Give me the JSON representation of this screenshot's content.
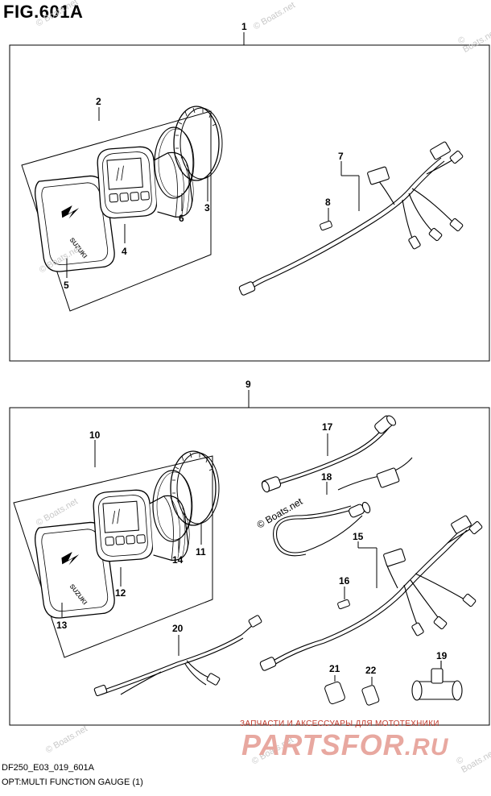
{
  "figure_title": "FIG.601A",
  "footer": {
    "code": "DF250_E03_019_601A",
    "description": "OPT:MULTI FUNCTION GAUGE (1)"
  },
  "watermarks": {
    "boats_net": "© Boats.net"
  },
  "brand": {
    "tagline": "ЗАПЧАСТИ И АКСЕССУАРЫ ДЛЯ МОТОТЕХНИКИ",
    "logo_main": "PARTSFOR",
    "logo_domain": ".RU"
  },
  "gauge_badge_text": "SUZUKI",
  "callouts": [
    "1",
    "2",
    "3",
    "4",
    "5",
    "6",
    "7",
    "8",
    "9",
    "10",
    "11",
    "12",
    "13",
    "14",
    "15",
    "16",
    "17",
    "18",
    "19",
    "20",
    "21",
    "22"
  ],
  "colors": {
    "line": "#000000",
    "watermark": "#c8c8c8",
    "brand_red": "#c0392b"
  }
}
